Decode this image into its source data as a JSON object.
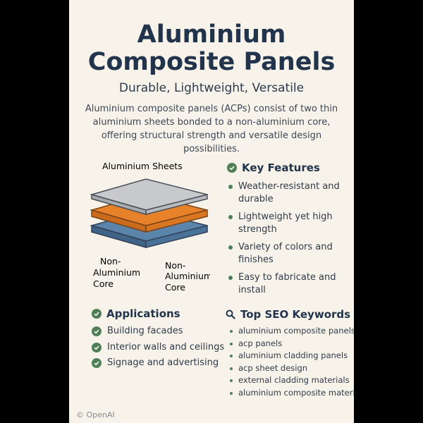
{
  "title": {
    "line1": "Aluminium",
    "line2": "Composite Panels"
  },
  "subtitle": "Durable, Lightweight, Versatile",
  "intro": "Aluminium composite panels (ACPs) consist of two thin aluminium sheets bonded to a non-aluminium core, offering structural strength and versatile design possibilities.",
  "diagram": {
    "top_label": "Aluminium Sheets",
    "left_label": [
      "Non-",
      "Aluminium",
      "Core"
    ],
    "right_label": [
      "Non-",
      "Aluminium",
      "Core"
    ],
    "colors": {
      "top_sheet": "#c7c9cc",
      "core": "#e8822a",
      "bottom_sheet": "#5b84ab"
    }
  },
  "features": {
    "heading": "Key Features",
    "items": [
      "Weather-resistant and durable",
      "Lightweight yet high strength",
      "Variety of colors and finishes",
      "Easy to fabricate and install"
    ]
  },
  "applications": {
    "heading": "Applications",
    "items": [
      "Building facades",
      "Interior walls and ceilings",
      "Signage and advertising"
    ]
  },
  "seo": {
    "heading": "Top SEO Keywords",
    "items": [
      "aluminium composite panels",
      "acp panels",
      "aluminium cladding panels",
      "acp sheet design",
      "external cladding materials",
      "aluminium composite materials"
    ]
  },
  "watermark": "© OpenAI",
  "colors": {
    "heading": "#22344b",
    "accent_green": "#4f7f57",
    "card_bg": "#f7f3ea",
    "frame": "#000000"
  }
}
